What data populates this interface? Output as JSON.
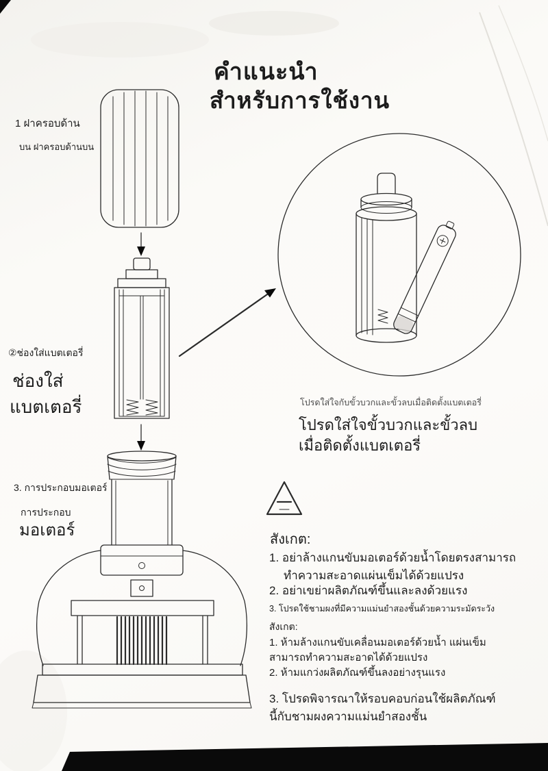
{
  "colors": {
    "ink": "#1c1c1c",
    "paper": "#fbfaf7",
    "footer_bar": "#0a0a0a"
  },
  "title": {
    "line1": "คำแนะนำ",
    "line2": "สำหรับการใช้งาน"
  },
  "steps": {
    "step1_label_line1": "1 ฝาครอบด้าน",
    "step1_label_line2": "บน ฝาครอบด้านบน",
    "step2_caption": "②ช่องใส่แบตเตอรี่",
    "step2_title_line1": "ช่องใส่",
    "step2_title_line2": "แบตเตอรี่",
    "step3_caption": "3. การประกอบมอเตอร์",
    "step3_title_line1": "การประกอบ",
    "step3_title_line2": "มอเตอร์"
  },
  "battery_warning": {
    "caption_small": "โปรดใส่ใจกับขั้วบวกและขั้วลบเมื่อติดตั้งแบตเตอรี่",
    "title_line1": "โปรดใส่ใจขั้วบวกและขั้วลบ",
    "title_line2": "เมื่อติดตั้งแบตเตอรี่"
  },
  "notes": {
    "heading": "สังเกต:",
    "item1_line1": "1. อย่าล้างแกนขับมอเตอร์ด้วยน้ำโดยตรงสามารถ",
    "item1_line2": "ทำความสะอาดแผ่นเข็มได้ด้วยแปรง",
    "item2": "2. อย่าเขย่าผลิตภัณฑ์ขึ้นและลงด้วยแรง",
    "item3": "3. โปรดใช้ชามผงที่มีความแม่นยำสองชั้นด้วยความระมัดระวัง"
  },
  "notes_secondary": {
    "heading": "สังเกต:",
    "item1_line1": "1. ห้ามล้างแกนขับเคลื่อนมอเตอร์ด้วยน้ำ แผ่นเข็ม",
    "item1_line2": "สามารถทำความสะอาดได้ด้วยแปรง",
    "item2": "2. ห้ามแกว่งผลิตภัณฑ์ขึ้นลงอย่างรุนแรง",
    "item3_line1": "3. โปรดพิจารณาให้รอบคอบก่อนใช้ผลิตภัณฑ์",
    "item3_line2": "นี้กับชามผงความแม่นยำสองชั้น"
  },
  "warning_triangle": {
    "symbol": "−"
  }
}
